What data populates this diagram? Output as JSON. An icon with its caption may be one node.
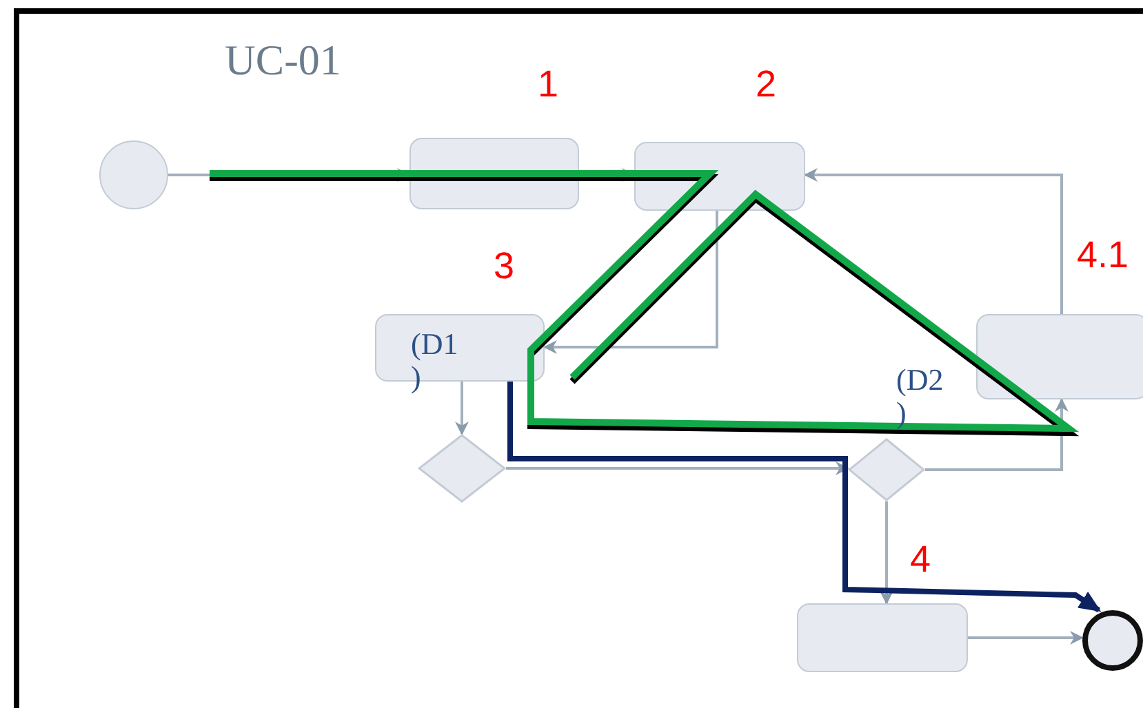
{
  "diagram": {
    "title": "UC-01",
    "nodes": [
      {
        "text": [],
        "shape": "circle"
      },
      {
        "text": [],
        "shape": "box"
      },
      {
        "text": [],
        "shape": "box"
      },
      {
        "text": [],
        "shape": "box"
      },
      {
        "text": [],
        "shape": "box"
      },
      {
        "text": [],
        "shape": "diamond"
      },
      {
        "text": [],
        "shape": "diamond"
      },
      {
        "text": [],
        "shape": "box"
      },
      {
        "text": [],
        "shape": "circle"
      }
    ],
    "edges": [
      {
        "from": 0,
        "to": 1,
        "arrow": "to"
      },
      {
        "from": 1,
        "to": 2,
        "arrow": "to"
      },
      {
        "from": 2,
        "to": 3,
        "arrow": "to"
      },
      {
        "from": 3,
        "to": 5,
        "arrow": "to"
      },
      {
        "from": 5,
        "to": 6,
        "arrow": "to"
      },
      {
        "from": 6,
        "to": 4,
        "arrow": "to"
      },
      {
        "from": 4,
        "to": 2,
        "arrow": "to"
      },
      {
        "from": 6,
        "to": 7,
        "arrow": "to"
      },
      {
        "from": 7,
        "to": 8,
        "arrow": "to"
      },
      {
        "from": 3,
        "to": 8,
        "arrow": "to",
        "style": "thick",
        "color": "#0d2260"
      }
    ],
    "labels": [
      "1",
      "2",
      "3",
      "4.1",
      "(D1 )",
      "(D2 )",
      "4"
    ]
  }
}
